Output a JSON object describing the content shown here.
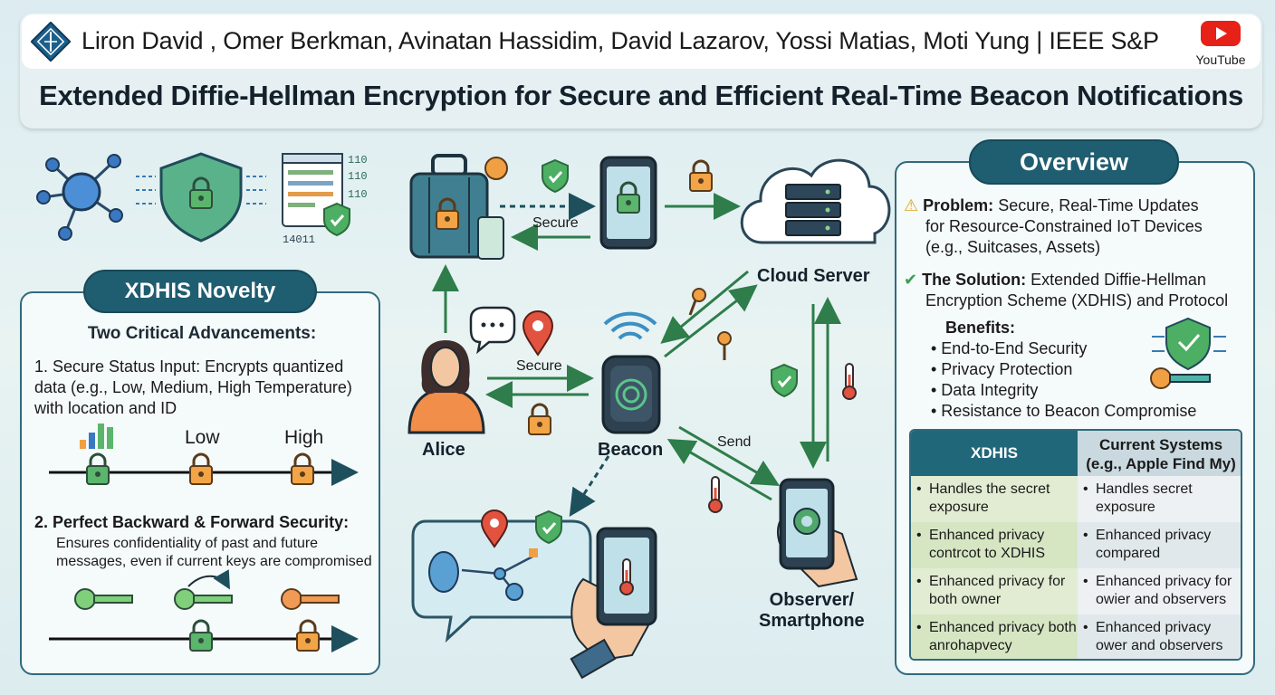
{
  "header": {
    "authors": "Liron David , Omer Berkman, Avinatan Hassidim, David Lazarov, Yossi Matias, Moti Yung | IEEE S&P",
    "youtube_label": "YouTube",
    "title": "Extended Diffie-Hellman Encryption for Secure and Efficient Real-Time Beacon Notifications"
  },
  "novelty": {
    "pill": "XDHIS Novelty",
    "subtitle": "Two Critical Advancements:",
    "item1_line1": "1. Secure Status Input: Encrypts quantized",
    "item1_line2": "data (e.g., Low, Medium, High Temperature)",
    "item1_line3": "with location and ID",
    "low_label": "Low",
    "high_label": "High",
    "item2_title": "2. Perfect Backward & Forward Security:",
    "item2_line1": "Ensures confidentiality of past and future",
    "item2_line2": "messages, even if current keys are compromised"
  },
  "diagram": {
    "secure_top": "Secure",
    "secure_mid": "Secure",
    "send": "Send",
    "cloud_server": "Cloud Server",
    "alice": "Alice",
    "beacon": "Beacon",
    "observer_line1": "Observer/",
    "observer_line2": "Smartphone"
  },
  "overview": {
    "pill": "Overview",
    "problem_label": "Problem:",
    "problem_line1": "Secure, Real-Time Updates",
    "problem_line2": "for Resource-Constrained IoT Devices",
    "problem_line3": "(e.g., Suitcases, Assets)",
    "solution_label": "The Solution:",
    "solution_line1": "Extended Diffie-Hellman",
    "solution_line2": "Encryption Scheme (XDHIS) and Protocol",
    "benefits_title": "Benefits:",
    "benefits": [
      "• End-to-End Security",
      "• Privacy Protection",
      "• Data Integrity",
      "• Resistance to Beacon Compromise"
    ]
  },
  "comparison": {
    "col1": "XDHIS",
    "col2_line1": "Current Systems",
    "col2_line2": "(e.g., Apple Find My)",
    "rows": [
      [
        "Handles the secret exposure",
        "Handles secret exposure"
      ],
      [
        "Enhanced privacy contrcot to XDHIS",
        "Enhanced privacy compared"
      ],
      [
        "Enhanced privacy for both owner",
        "Enhanced privacy for owier and observers"
      ],
      [
        "Enhanced privacy both anrohapvecy",
        "Enhanced privacy ower and observers"
      ]
    ]
  },
  "colors": {
    "accent_dark": "#1f5d70",
    "arrow_green": "#2e7d4a",
    "lock_green": "#56b36a",
    "lock_orange": "#f0a043",
    "shield_green": "#45a860"
  }
}
